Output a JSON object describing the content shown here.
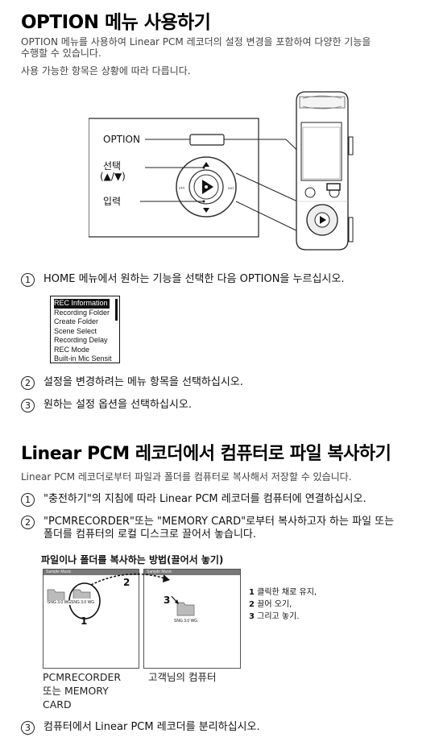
{
  "section1": {
    "title": "OPTION 메뉴 사용하기",
    "intro_1": "OPTION 메뉴를 사용하여 Linear PCM 레코더의 설정 변경을 포함하여 다양한 기능을",
    "intro_2": "수행할 수 있습니다.",
    "intro_3": "사용 가능한 항목은 상황에 따라 다릅니다.",
    "diagram": {
      "label_option": "OPTION",
      "label_select_1": "선택",
      "label_select_2": "(▲/▼)",
      "label_enter": "입력"
    },
    "steps": [
      {
        "num": "1",
        "text": "HOME 메뉴에서 원하는 기능을 선택한 다음 OPTION을 누르십시오."
      },
      {
        "num": "2",
        "text": "설정을 변경하려는 메뉴 항목을 선택하십시오."
      },
      {
        "num": "3",
        "text": "원하는 설정 옵션을 선택하십시오."
      }
    ],
    "menu_items": [
      "REC Information",
      "Recording Folder",
      "Create Folder",
      "Scene Select",
      "Recording Delay",
      "REC Mode",
      "Built-in Mic Sensit"
    ]
  },
  "section2": {
    "title": "Linear PCM 레코더에서 컴퓨터로 파일 복사하기",
    "intro": "Linear PCM 레코더로부터 파일과 폴더를 컴퓨터로 복사해서 저장할 수 있습니다.",
    "steps": [
      {
        "num": "1",
        "text": "\"충전하기\"의 지침에 따라 Linear PCM 레코더를 컴퓨터에 연결하십시오."
      },
      {
        "num": "2",
        "text_1": "\"PCMRECORDER\"또는 \"MEMORY CARD\"로부터 복사하고자 하는 파일 또는",
        "text_2": "폴더를 컴퓨터의 로컬 디스크로 끌어서 놓습니다."
      },
      {
        "num": "3",
        "text": "컴퓨터에서 Linear PCM 레코더를 분리하십시오."
      }
    ],
    "subheading": "파일이나 폴더를 복사하는 방법(끌어서 놓기)",
    "folder_label": "SNG 3.0 WG",
    "window_titles": [
      "Sample Music",
      "Sample Music"
    ],
    "markers": [
      "1",
      "2",
      "3"
    ],
    "legend": [
      {
        "num": "1",
        "text": "클릭한 채로 유지,"
      },
      {
        "num": "2",
        "text": "끌어 오기,"
      },
      {
        "num": "3",
        "text": "그리고 놓기."
      }
    ],
    "caption_left_1": "PCMRECORDER",
    "caption_left_2": "또는 MEMORY",
    "caption_left_3": "CARD",
    "caption_right": "고객님의 컴퓨터"
  }
}
